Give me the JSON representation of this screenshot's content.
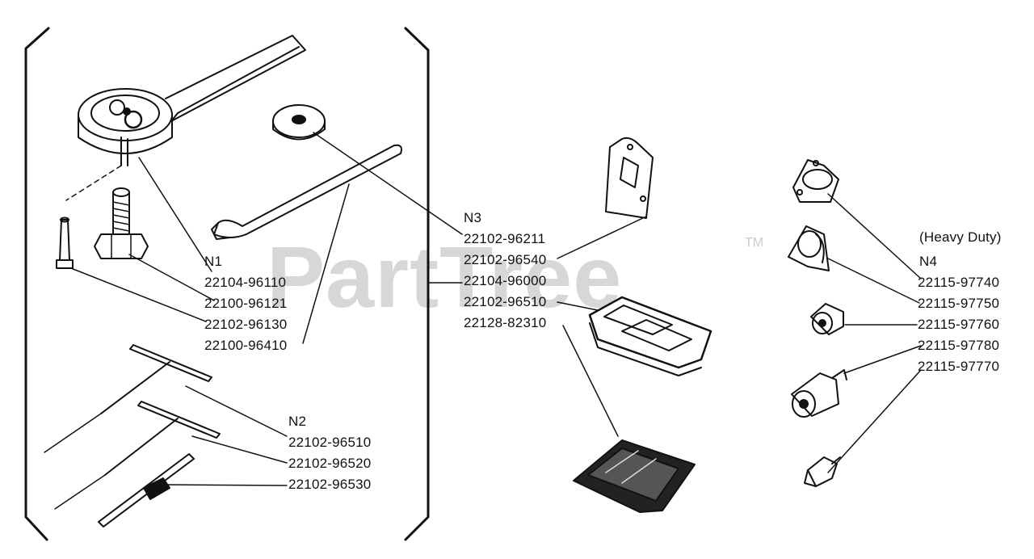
{
  "watermark": {
    "text": "PartTree",
    "trademark": "TM"
  },
  "groups": {
    "n1": {
      "title": "N1",
      "parts": [
        "22104-96110",
        "22100-96121",
        "22102-96130",
        "22100-96410"
      ]
    },
    "n2": {
      "title": "N2",
      "parts": [
        "22102-96510",
        "22102-96520",
        "22102-96530"
      ]
    },
    "n3": {
      "title": "N3",
      "parts": [
        "22102-96211",
        "22102-96540",
        "22104-96000",
        "22102-96510",
        "22128-82310"
      ]
    },
    "n4": {
      "subtitle": "(Heavy Duty)",
      "title": "N4",
      "parts": [
        "22115-97740",
        "22115-97750",
        "22115-97760",
        "22115-97780",
        "22115-97770"
      ]
    }
  }
}
